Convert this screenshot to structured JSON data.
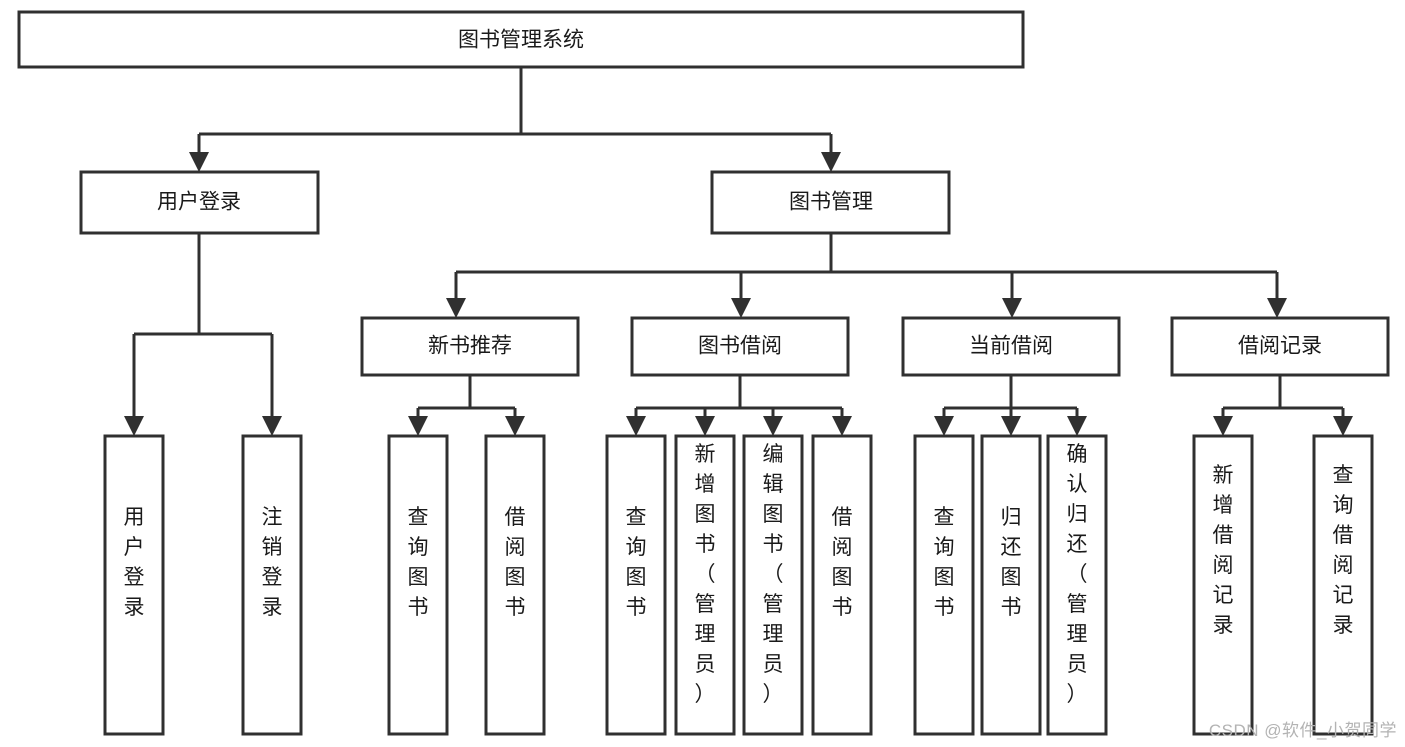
{
  "diagram": {
    "type": "tree",
    "title": "图书管理系统",
    "watermark": "CSDN @软件_小贺同学",
    "colors": {
      "background": "#ffffff",
      "stroke": "#303030",
      "fill": "#ffffff",
      "text": "#1a1a1a",
      "watermark": "#b3b3b3"
    },
    "levels": {
      "root": "图书管理系统",
      "level2": [
        "用户登录",
        "图书管理"
      ],
      "level3": [
        "新书推荐",
        "图书借阅",
        "当前借阅",
        "借阅记录"
      ]
    },
    "nodes": {
      "root": {
        "label": "图书管理系统",
        "orientation": "horizontal"
      },
      "user_login": {
        "label": "用户登录",
        "orientation": "horizontal"
      },
      "book_manage": {
        "label": "图书管理",
        "orientation": "horizontal"
      },
      "new_book_rec": {
        "label": "新书推荐",
        "orientation": "horizontal"
      },
      "book_borrow": {
        "label": "图书借阅",
        "orientation": "horizontal"
      },
      "current_borrow": {
        "label": "当前借阅",
        "orientation": "horizontal"
      },
      "borrow_record": {
        "label": "借阅记录",
        "orientation": "horizontal"
      },
      "leaf_user_login": {
        "label": "用户登录",
        "orientation": "vertical"
      },
      "leaf_logout": {
        "label": "注销登录",
        "orientation": "vertical"
      },
      "leaf_query_book_1": {
        "label": "查询图书",
        "orientation": "vertical"
      },
      "leaf_borrow_book_1": {
        "label": "借阅图书",
        "orientation": "vertical"
      },
      "leaf_query_book_2": {
        "label": "查询图书",
        "orientation": "vertical"
      },
      "leaf_add_book": {
        "label": "新增图书（管理员）",
        "orientation": "vertical"
      },
      "leaf_edit_book": {
        "label": "编辑图书（管理员）",
        "orientation": "vertical"
      },
      "leaf_borrow_book_2": {
        "label": "借阅图书",
        "orientation": "vertical"
      },
      "leaf_query_book_3": {
        "label": "查询图书",
        "orientation": "vertical"
      },
      "leaf_return_book": {
        "label": "归还图书",
        "orientation": "vertical"
      },
      "leaf_confirm_return": {
        "label": "确认归还（管理员）",
        "orientation": "vertical"
      },
      "leaf_add_record": {
        "label": "新增借阅记录",
        "orientation": "vertical"
      },
      "leaf_query_record": {
        "label": "查询借阅记录",
        "orientation": "vertical"
      }
    },
    "edges": [
      {
        "from": "root",
        "to": "用户登录"
      },
      {
        "from": "root",
        "to": "图书管理"
      },
      {
        "from": "用户登录",
        "to": "用户登录(叶)"
      },
      {
        "from": "用户登录",
        "to": "注销登录"
      },
      {
        "from": "图书管理",
        "to": "新书推荐"
      },
      {
        "from": "图书管理",
        "to": "图书借阅"
      },
      {
        "from": "图书管理",
        "to": "当前借阅"
      },
      {
        "from": "图书管理",
        "to": "借阅记录"
      },
      {
        "from": "新书推荐",
        "to": "查询图书"
      },
      {
        "from": "新书推荐",
        "to": "借阅图书"
      },
      {
        "from": "图书借阅",
        "to": "查询图书"
      },
      {
        "from": "图书借阅",
        "to": "新增图书（管理员）"
      },
      {
        "from": "图书借阅",
        "to": "编辑图书（管理员）"
      },
      {
        "from": "图书借阅",
        "to": "借阅图书"
      },
      {
        "from": "当前借阅",
        "to": "查询图书"
      },
      {
        "from": "当前借阅",
        "to": "归还图书"
      },
      {
        "from": "当前借阅",
        "to": "确认归还（管理员）"
      },
      {
        "from": "借阅记录",
        "to": "新增借阅记录"
      },
      {
        "from": "借阅记录",
        "to": "查询借阅记录"
      }
    ]
  }
}
